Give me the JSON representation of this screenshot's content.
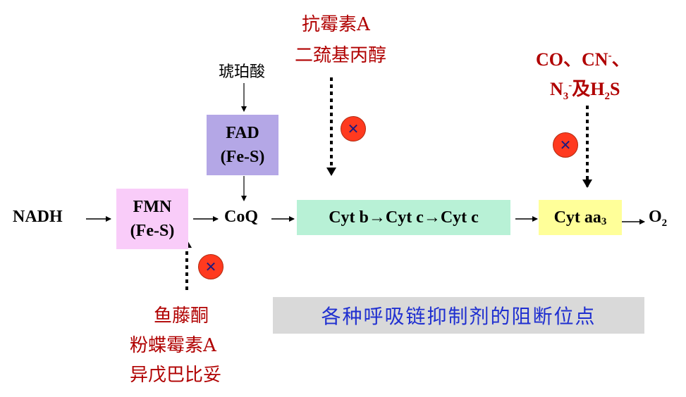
{
  "nodes": {
    "nadh": "NADH",
    "fmn_line1": "FMN",
    "fmn_line2": "(Fe-S)",
    "fad_line1": "FAD",
    "fad_line2": "(Fe-S)",
    "coq": "CoQ",
    "cyt_chain": "Cyt b→Cyt c→Cyt c",
    "cyt_aa3_main": "Cyt aa",
    "cyt_aa3_sub": "3",
    "o2_main": "O",
    "o2_sub": "2"
  },
  "succinate_label": "琥珀酸",
  "inhibitors": {
    "top_middle": [
      "抗霉素A",
      "二巯基丙醇"
    ],
    "top_right_line1": "CO、CN",
    "top_right_line1_sup": "-",
    "top_right_line1_tail": "、",
    "top_right_line2_a": "N",
    "top_right_line2_sub1": "3",
    "top_right_line2_sup": "-",
    "top_right_line2_b": "及H",
    "top_right_line2_sub2": "2",
    "top_right_line2_c": "S",
    "bottom_left": [
      "鱼藤酮",
      "粉蝶霉素A",
      "异戊巴比妥"
    ]
  },
  "block_symbol": "✕",
  "caption": "各种呼吸链抑制剂的阻断位点",
  "colors": {
    "fmn_box": "#f9ccf9",
    "fad_box": "#b4a7e6",
    "cyt_chain_box": "#b8f1d6",
    "cyt_aa3_box": "#ffff99",
    "inhibitor_text": "#b00000",
    "caption_text": "#1f2fd0",
    "caption_bg": "#d9d9d9",
    "block_circle": "#ff3a1f"
  }
}
